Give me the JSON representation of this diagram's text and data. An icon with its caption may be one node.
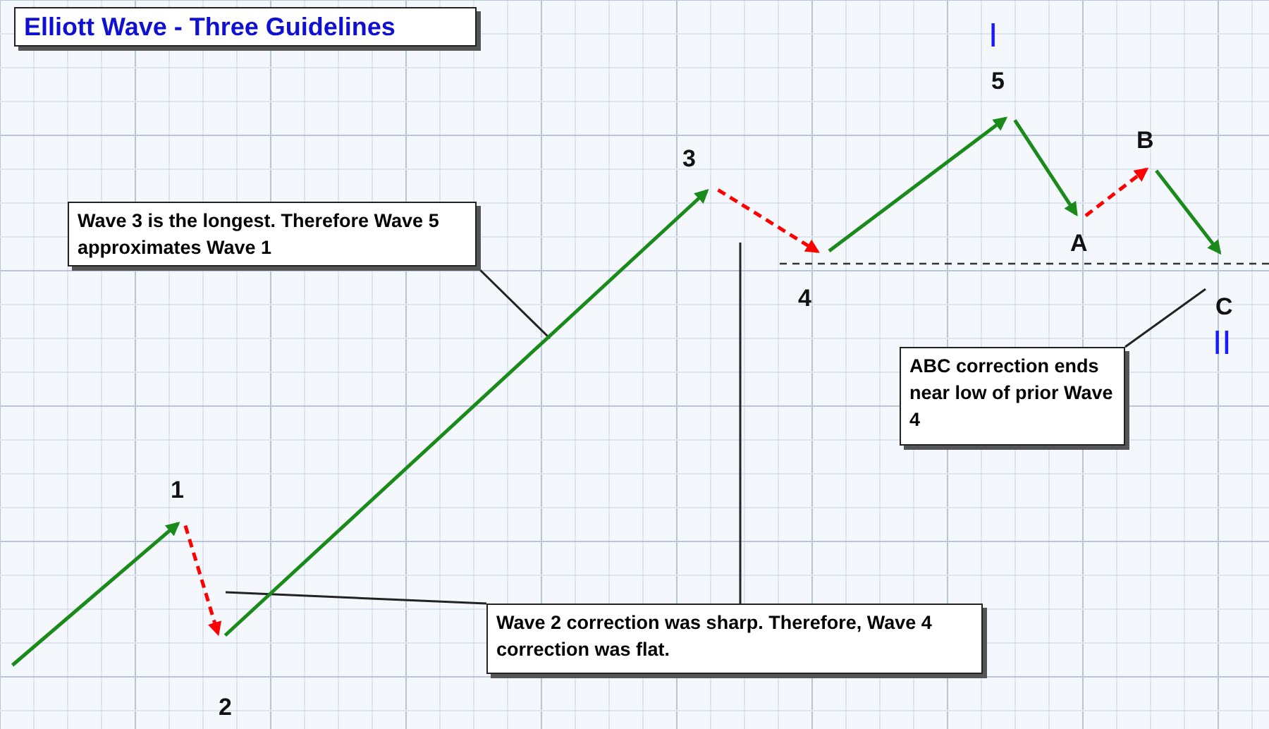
{
  "diagram": {
    "title": "Elliott Wave - Three Guidelines",
    "nodes": [
      {
        "text": [
          "1"
        ]
      },
      {
        "text": [
          "2"
        ]
      },
      {
        "text": [
          "3"
        ]
      },
      {
        "text": [
          "4"
        ]
      },
      {
        "text": [
          "5"
        ]
      },
      {
        "text": [
          "A"
        ]
      },
      {
        "text": [
          "B"
        ]
      },
      {
        "text": [
          "C"
        ]
      },
      {
        "text": [
          "Wave 3 is the longest. Therefore Wave 5 approximates Wave 1"
        ]
      },
      {
        "text": [
          "Wave 2 correction was sharp. Therefore, Wave 4 correction was flat."
        ]
      },
      {
        "text": [
          "ABC correction ends near low of prior Wave 4"
        ]
      }
    ],
    "edges": [
      {
        "from": null,
        "to": 0,
        "arrow": "to"
      },
      {
        "from": 0,
        "to": 1,
        "arrow": "to",
        "style": "dashed",
        "color": "#ff0000"
      },
      {
        "from": 1,
        "to": 2,
        "arrow": "to"
      },
      {
        "from": 2,
        "to": 3,
        "arrow": "to",
        "style": "dashed",
        "color": "#ff0000"
      },
      {
        "from": 3,
        "to": 4,
        "arrow": "to"
      },
      {
        "from": 4,
        "to": 5,
        "arrow": "to"
      },
      {
        "from": 5,
        "to": 6,
        "arrow": "to",
        "style": "dashed",
        "color": "#ff0000"
      },
      {
        "from": 6,
        "to": 7,
        "arrow": "to"
      },
      {
        "from": 8,
        "to": null,
        "arrow": "none",
        "color": "#222222"
      },
      {
        "from": 9,
        "to": null,
        "arrow": "none",
        "color": "#222222"
      },
      {
        "from": 9,
        "to": null,
        "arrow": "none",
        "color": "#222222"
      },
      {
        "from": 10,
        "to": 7,
        "arrow": "none",
        "color": "#222222"
      }
    ],
    "labels": [
      "I",
      "II"
    ]
  }
}
